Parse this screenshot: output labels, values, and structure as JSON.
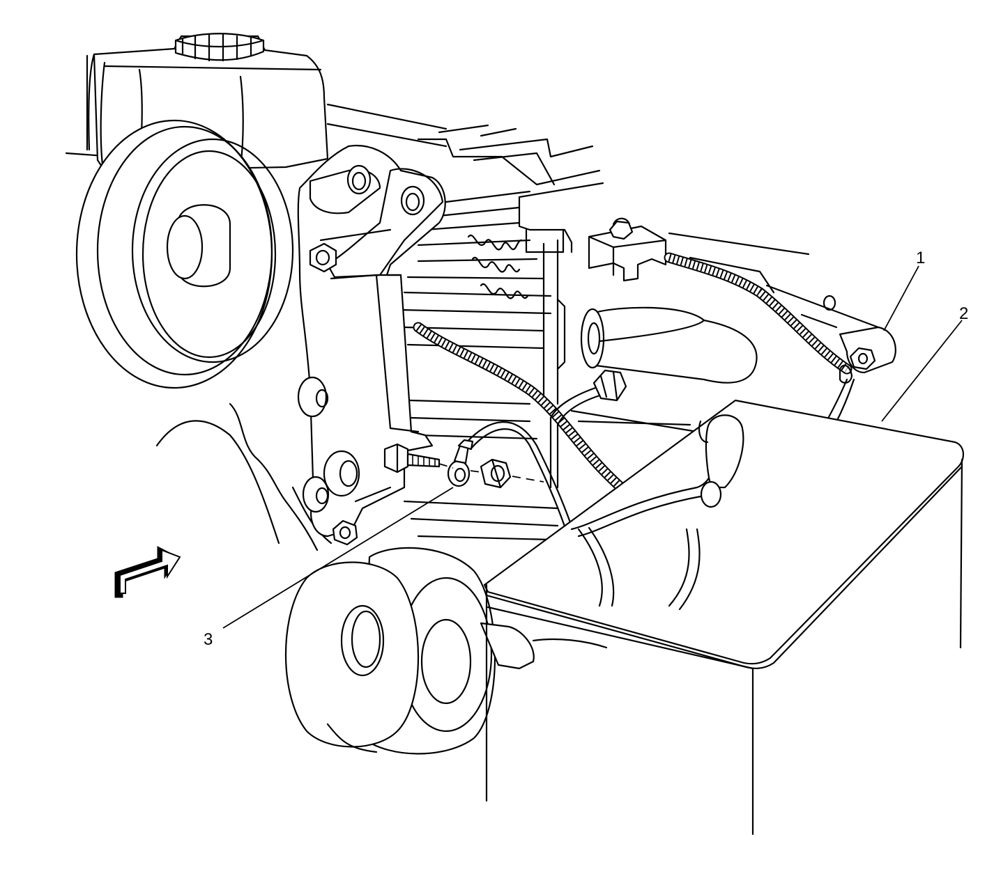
{
  "callouts": [
    {
      "id": "1",
      "label": "1"
    },
    {
      "id": "2",
      "label": "2"
    },
    {
      "id": "3",
      "label": "3"
    }
  ],
  "colors": {
    "line": "#000000",
    "background": "#ffffff"
  },
  "icons": {
    "view_direction": "view-direction-arrow-icon"
  }
}
